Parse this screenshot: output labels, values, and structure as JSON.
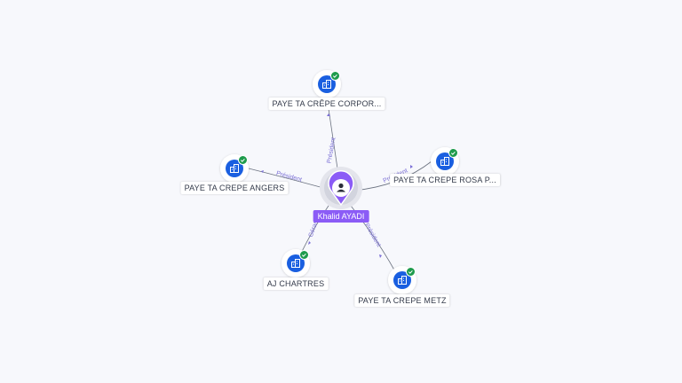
{
  "center": {
    "label": "Khalid AYADI",
    "icon": "person-icon",
    "color": "#8b5cf6"
  },
  "colors": {
    "company": "#1a5fe0",
    "verified": "#1e9b4c",
    "edge": "#6b7280",
    "edge_label": "#7b6fd6"
  },
  "companies": [
    {
      "id": "corporate",
      "label": "PAYE TA CRÊPE CORPOR...",
      "role": "Président",
      "icon": "building-icon",
      "verified": true
    },
    {
      "id": "rosa",
      "label": "PAYE TA CREPE ROSA P...",
      "role": "Président",
      "icon": "building-icon",
      "verified": true
    },
    {
      "id": "angers",
      "label": "PAYE TA CREPE ANGERS",
      "role": "Président",
      "icon": "building-icon",
      "verified": true
    },
    {
      "id": "chartres",
      "label": "AJ CHARTRES",
      "role": "Gérant",
      "icon": "building-icon",
      "verified": true
    },
    {
      "id": "metz",
      "label": "PAYE TA CREPE METZ",
      "role": "Président",
      "icon": "building-icon",
      "verified": true
    }
  ]
}
